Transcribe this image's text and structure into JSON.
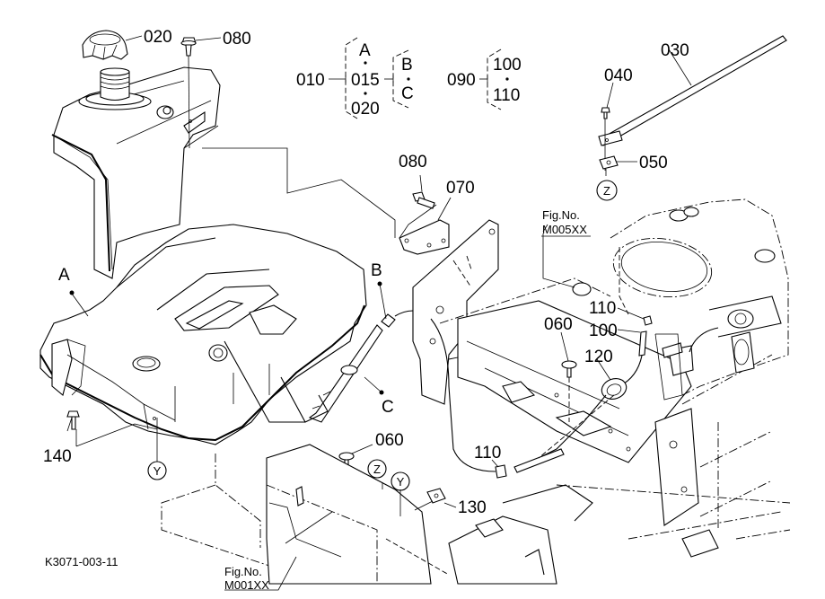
{
  "diagram": {
    "drawing_id": "K3071-003-11",
    "callouts": {
      "c020_cap": "020",
      "c080_top": "080",
      "c080_mid": "080",
      "c070": "070",
      "c030": "030",
      "c040": "040",
      "c050": "050",
      "c060_right": "060",
      "c060_bottom": "060",
      "c110_right": "110",
      "c100": "100",
      "c120": "120",
      "c110_bottom": "110",
      "c130": "130",
      "c140": "140",
      "ref_A": "A",
      "ref_B": "B",
      "ref_C": "C",
      "ref_Y_left": "Y",
      "ref_Y_mid": "Y",
      "ref_Z_top": "Z",
      "ref_Z_mid": "Z"
    },
    "legend": {
      "group1": {
        "parent": "010",
        "items": [
          "A",
          "015",
          "020"
        ],
        "sub_parent": "015",
        "sub_items": [
          "B",
          "C"
        ]
      },
      "group2": {
        "parent": "090",
        "items": [
          "100",
          "110"
        ]
      }
    },
    "fig_refs": [
      {
        "label": "Fig.No.",
        "code": "M005XX"
      },
      {
        "label": "Fig.No.",
        "code": "M001XX"
      }
    ]
  }
}
